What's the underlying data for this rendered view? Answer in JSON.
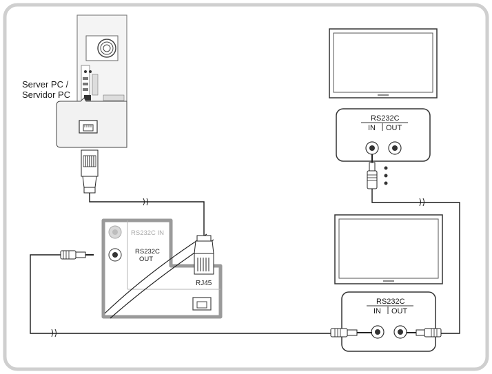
{
  "server_label_line1": "Server PC /",
  "server_label_line2": "Servidor PC",
  "jack_panel": {
    "in_label": "RS232C IN",
    "out_label_line1": "RS232C",
    "out_label_line2": "OUT"
  },
  "rj45_label": "RJ45",
  "monitor_top": {
    "port_title": "RS232C",
    "in_label": "IN",
    "out_label": "OUT"
  },
  "monitor_bottom": {
    "port_title": "RS232C",
    "in_label": "IN",
    "out_label": "OUT"
  },
  "colors": {
    "frame": "#cfcfcf",
    "panel": "#9a9a9a",
    "line": "#1a1a1a",
    "device_fill": "#f2f2f2"
  }
}
